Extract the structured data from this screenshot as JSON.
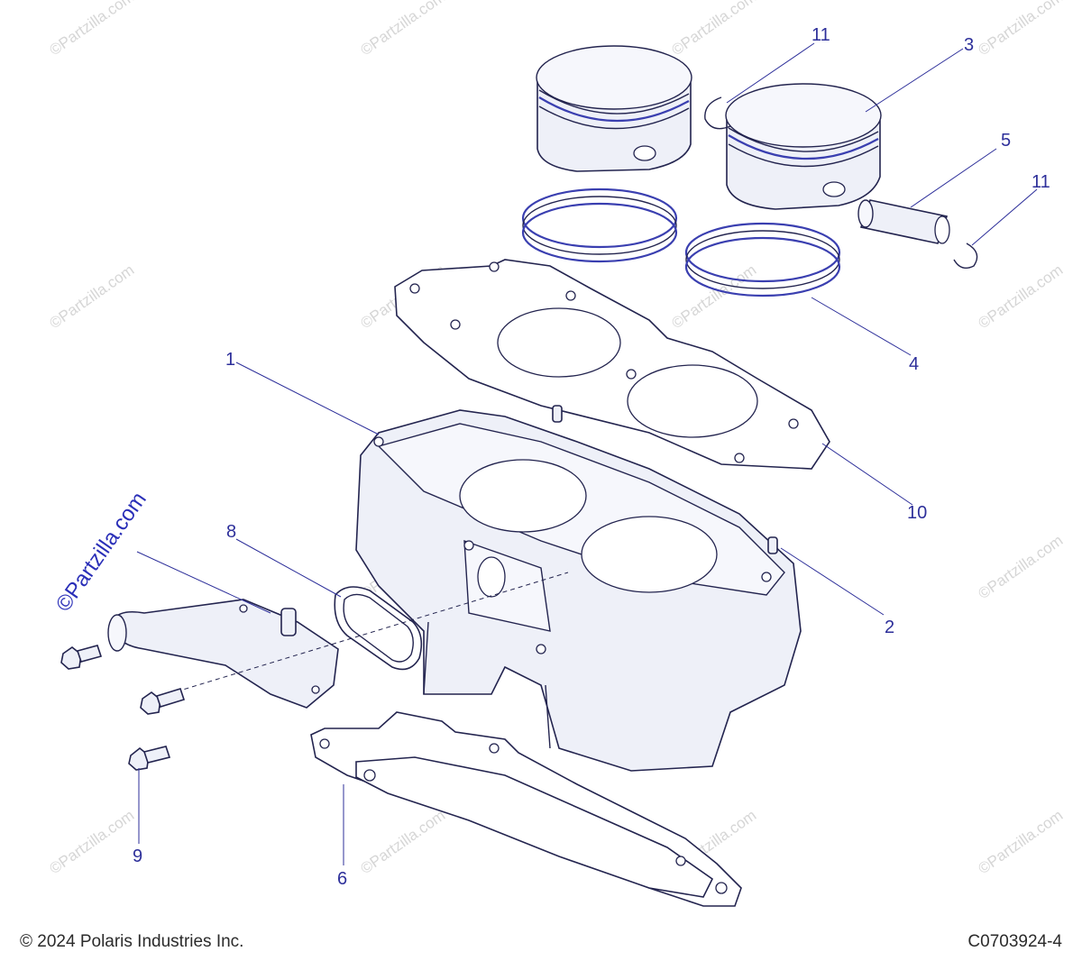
{
  "footer": {
    "copyright": "© 2024 Polaris Industries Inc.",
    "diagram_code": "C0703924-4"
  },
  "watermark": {
    "text": "©Partzilla.com"
  },
  "callouts": [
    {
      "id": "1",
      "label": "1"
    },
    {
      "id": "2",
      "label": "2"
    },
    {
      "id": "3",
      "label": "3"
    },
    {
      "id": "4",
      "label": "4"
    },
    {
      "id": "5",
      "label": "5"
    },
    {
      "id": "6",
      "label": "6"
    },
    {
      "id": "8",
      "label": "8"
    },
    {
      "id": "9",
      "label": "9"
    },
    {
      "id": "10",
      "label": "10"
    },
    {
      "id": "11a",
      "label": "11"
    },
    {
      "id": "11b",
      "label": "11"
    }
  ],
  "colors": {
    "callout": "#2d2f9a",
    "outline": "#23244f",
    "fill": "#eef0f8",
    "ring_accent": "#3a3fb0",
    "watermark": "#d6d6d6",
    "watermark_accent": "#2a2fb8"
  }
}
